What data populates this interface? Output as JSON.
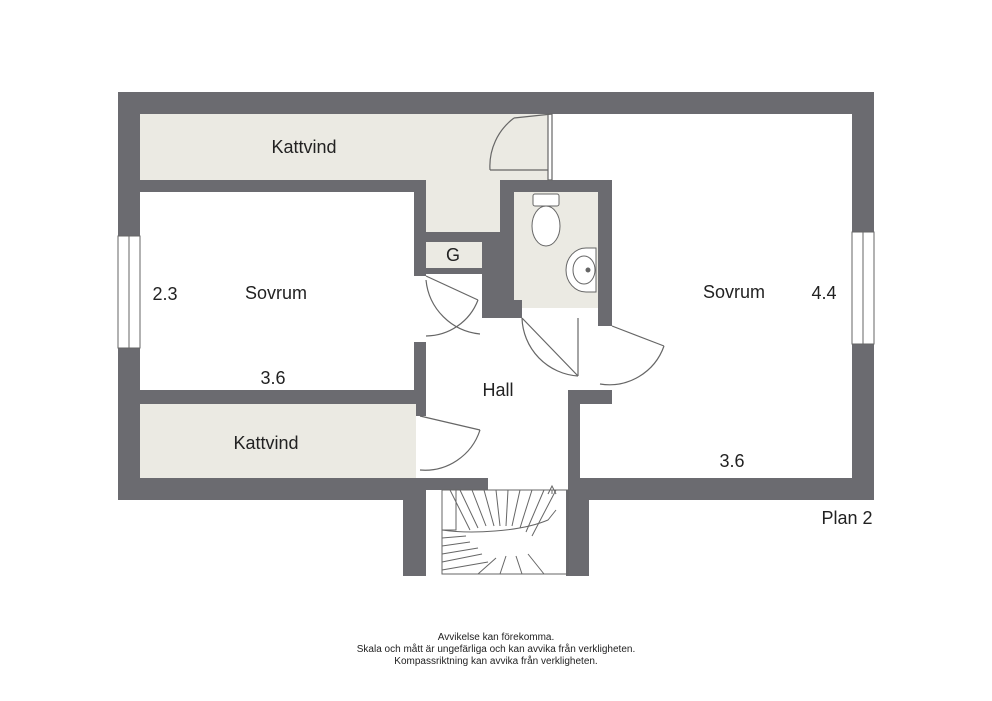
{
  "plan": {
    "name": "Plan 2",
    "colors": {
      "wall": "#6b6b70",
      "attic_fill": "#ebeae3",
      "bathroom_fill": "#ebeae3",
      "floor": "#ffffff",
      "line": "#555555"
    },
    "rooms": {
      "kattvind_top": "Kattvind",
      "sovrum_left": "Sovrum",
      "garderob": "G",
      "sovrum_right": "Sovrum",
      "hall": "Hall",
      "kattvind_bottom": "Kattvind"
    },
    "dimensions": {
      "left_bedroom_depth": "2.3",
      "left_bedroom_width": "3.6",
      "right_bedroom_depth": "4.4",
      "right_bedroom_width": "3.6"
    }
  },
  "disclaimer": {
    "line1": "Avvikelse kan förekomma.",
    "line2": "Skala och mått är ungefärliga och kan avvika från verkligheten.",
    "line3": "Kompassriktning kan avvika från verkligheten."
  }
}
